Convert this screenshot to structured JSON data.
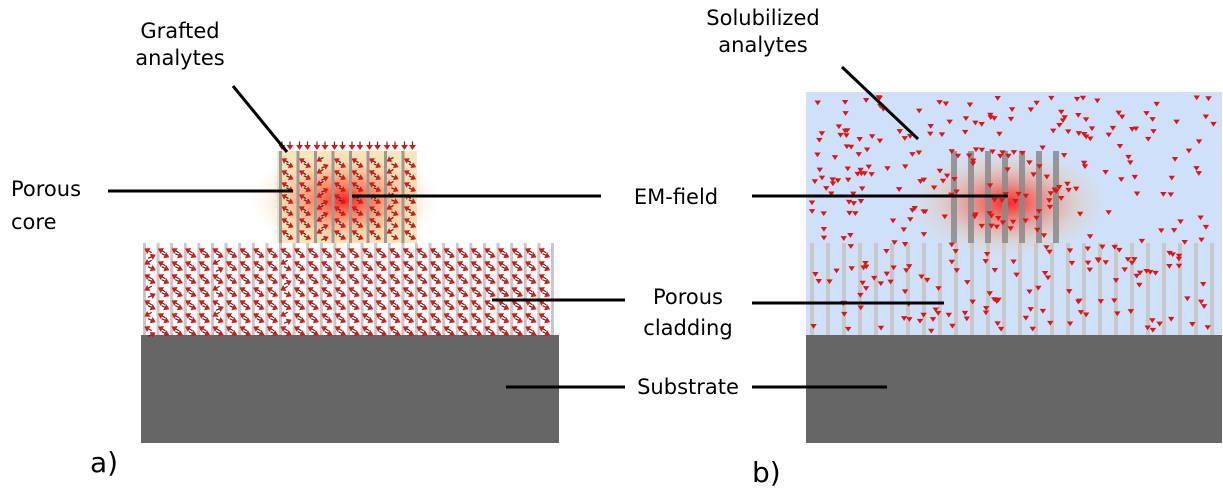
{
  "panel_a": {
    "letter": "a)",
    "grafted_analytes": [
      "Grafted",
      "analytes"
    ],
    "porous_core": [
      "Porous",
      "core"
    ]
  },
  "panel_b": {
    "letter": "b)",
    "solubilized_analytes": [
      "Solubilized",
      "analytes"
    ]
  },
  "shared": {
    "em_field": "EM-field",
    "porous_cladding": [
      "Porous",
      "cladding"
    ],
    "substrate": "Substrate"
  },
  "colors": {
    "substrate": "#666666",
    "pore_wall": "#c8c8c8",
    "solution": "#cfe0fa",
    "analyte": "#e01414",
    "analyte_stem": "#333333",
    "field_core": "#ff2020",
    "field_halo": "#f2d79a",
    "core_bars": "#8a8a8a"
  }
}
